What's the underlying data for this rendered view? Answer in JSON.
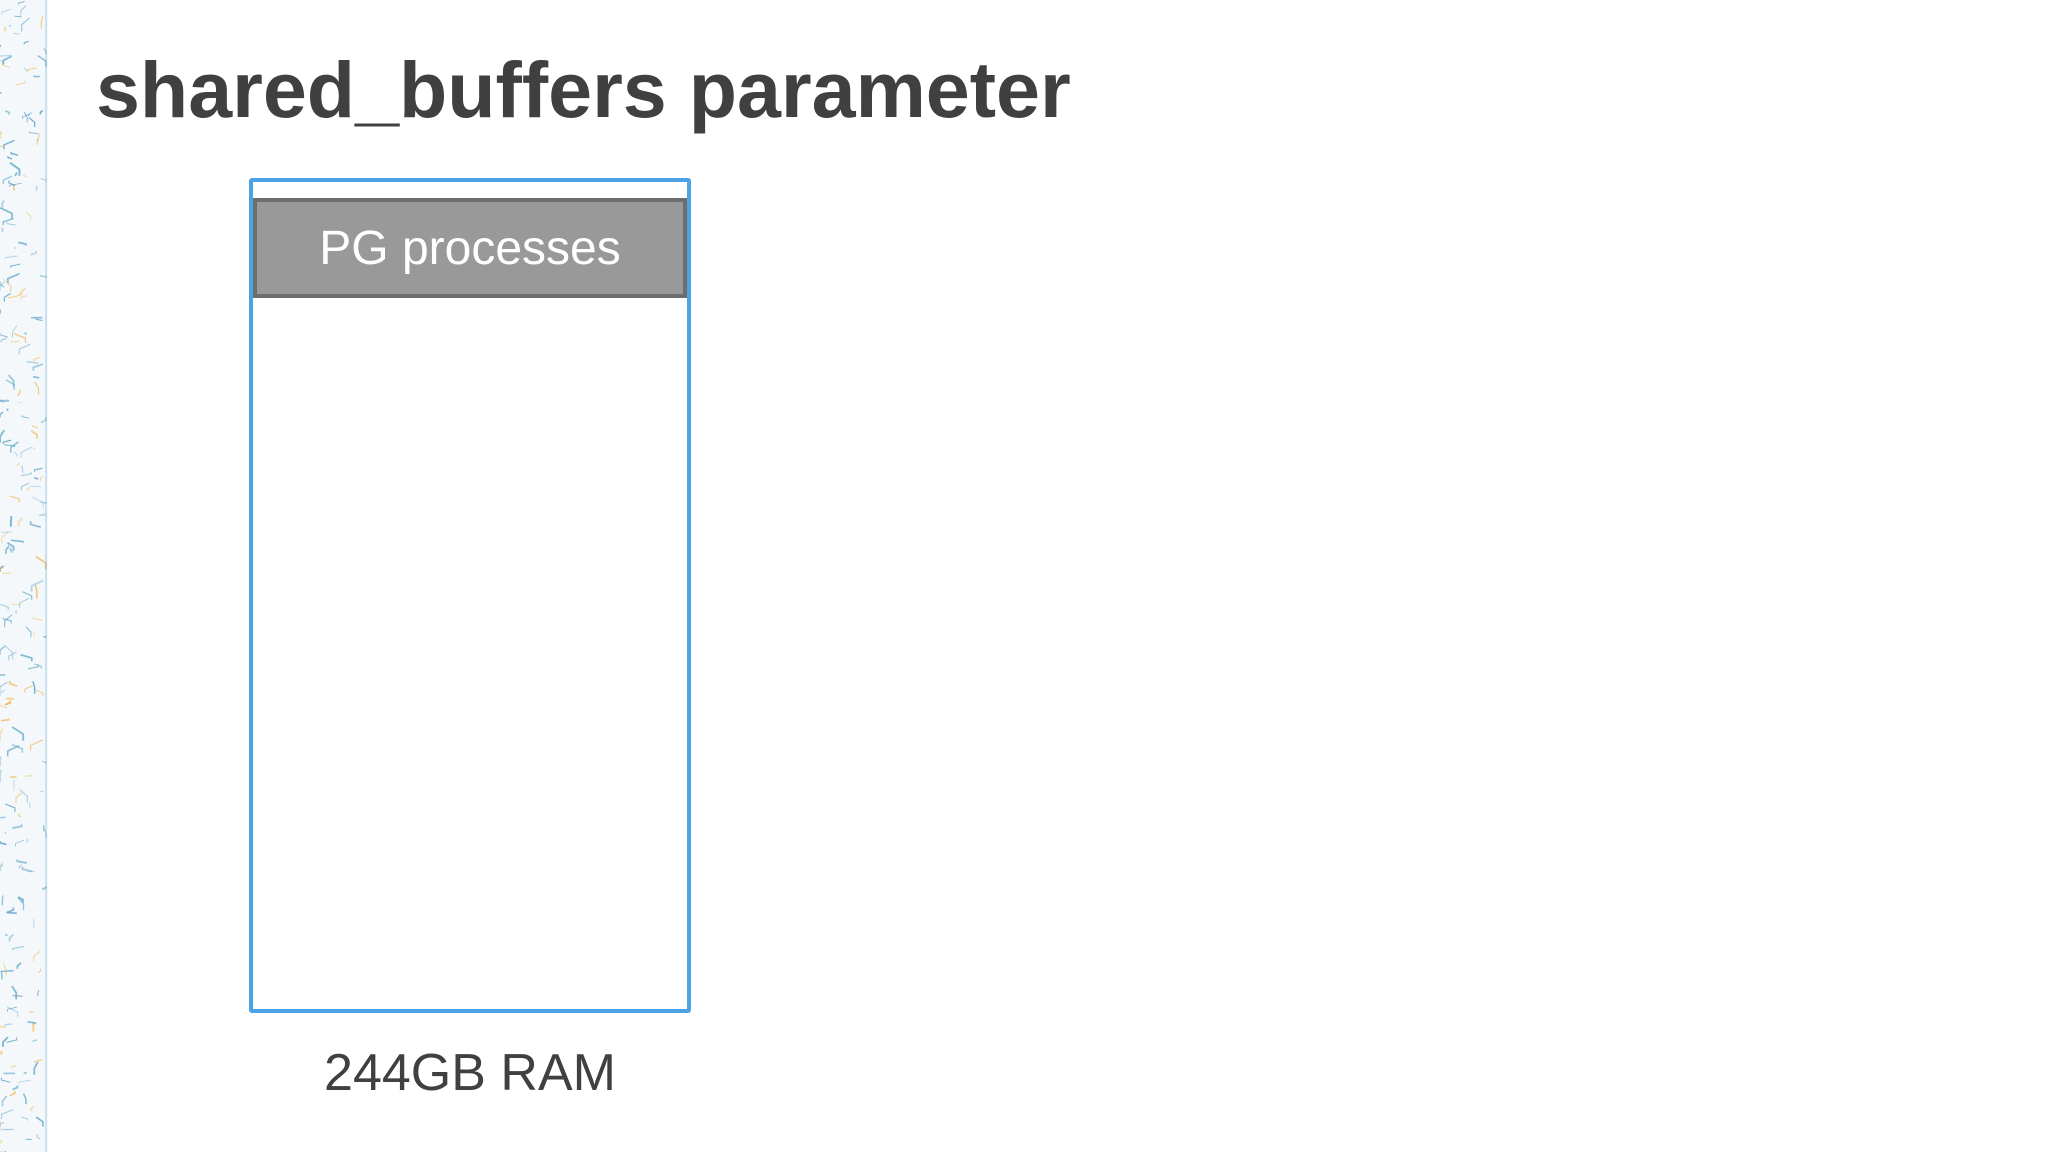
{
  "slide": {
    "title": "shared_buffers parameter"
  },
  "diagram": {
    "memory_box_label": "244GB RAM",
    "segments": [
      {
        "label": "PG processes"
      }
    ]
  },
  "colors": {
    "title_text": "#404040",
    "memory_box_border": "#4ba3e3",
    "segment_fill": "#999999",
    "segment_border": "#6d6d6d",
    "segment_text": "#ffffff",
    "side_pattern_blue": "#5aa3c8",
    "side_pattern_orange": "#f0b44a"
  }
}
